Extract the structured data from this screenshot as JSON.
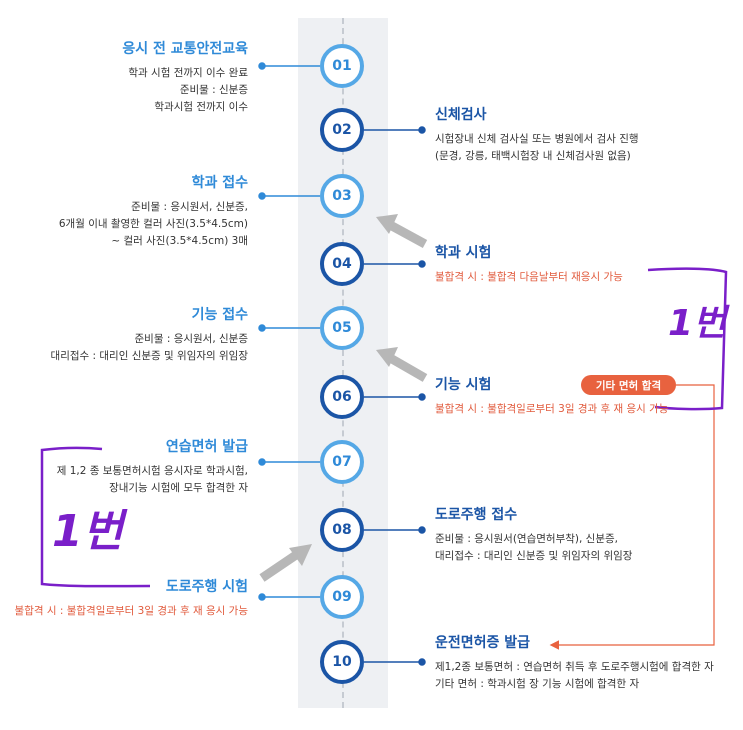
{
  "steps": [
    {
      "num": "01",
      "title": "응시 전 교통안전교육",
      "lines": [
        "학과 시험 전까지 이수 완료",
        "준비물 : 신분증",
        "학과시험 전까지 이수"
      ]
    },
    {
      "num": "02",
      "title": "신체검사",
      "lines": [
        "시험장내 신체 검사실 또는 병원에서 검사 진행",
        "(문경, 강릉, 태백시험장 내 신체검사원 없음)"
      ]
    },
    {
      "num": "03",
      "title": "학과 접수",
      "lines": [
        "준비물 : 응시원서, 신분증,",
        "6개월 이내 촬영한 컬러 사진(3.5*4.5cm)",
        "~ 컬러 사진(3.5*4.5cm) 3매"
      ]
    },
    {
      "num": "04",
      "title": "학과 시험",
      "lines": [
        "불합격 시 : 불합격 다음날부터 재응시 가능"
      ]
    },
    {
      "num": "05",
      "title": "기능 접수",
      "lines": [
        "준비물 : 응시원서, 신분증",
        "대리접수 : 대리인 신분증 및 위임자의 위임장"
      ]
    },
    {
      "num": "06",
      "title": "기능 시험",
      "lines": [
        "불합격 시 : 불합격일로부터 3일 경과 후 재 응시 가능"
      ]
    },
    {
      "num": "07",
      "title": "연습면허 발급",
      "lines": [
        "제 1,2 종 보통면허시험 응시자로 학과시험,",
        "장내기능 시험에 모두 합격한 자"
      ]
    },
    {
      "num": "08",
      "title": "도로주행 접수",
      "lines": [
        "준비물 : 응시원서(연습면허부착), 신분증,",
        "대리접수 : 대리인 신분증 및 위임자의 위임장"
      ]
    },
    {
      "num": "09",
      "title": "도로주행 시험",
      "lines": [
        "불합격 시 : 불합격일로부터 3일 경과 후 재 응시 가능"
      ]
    },
    {
      "num": "10",
      "title": "운전면허증 발급",
      "lines": [
        "제1,2종 보통면허 : 연습면허 취득 후 도로주행시험에 합격한 자",
        "기타 면허 : 학과시험 장 기능 시험에 합격한 자"
      ]
    }
  ],
  "badge": "기타 면허 합격",
  "annotations": {
    "right": "1번",
    "left": "1번"
  },
  "colors": {
    "light": "#55a8e6",
    "dark": "#1b55a6",
    "fail": "#e15a3c",
    "badge": "#e8623f",
    "scribble": "#7a1fc9"
  }
}
